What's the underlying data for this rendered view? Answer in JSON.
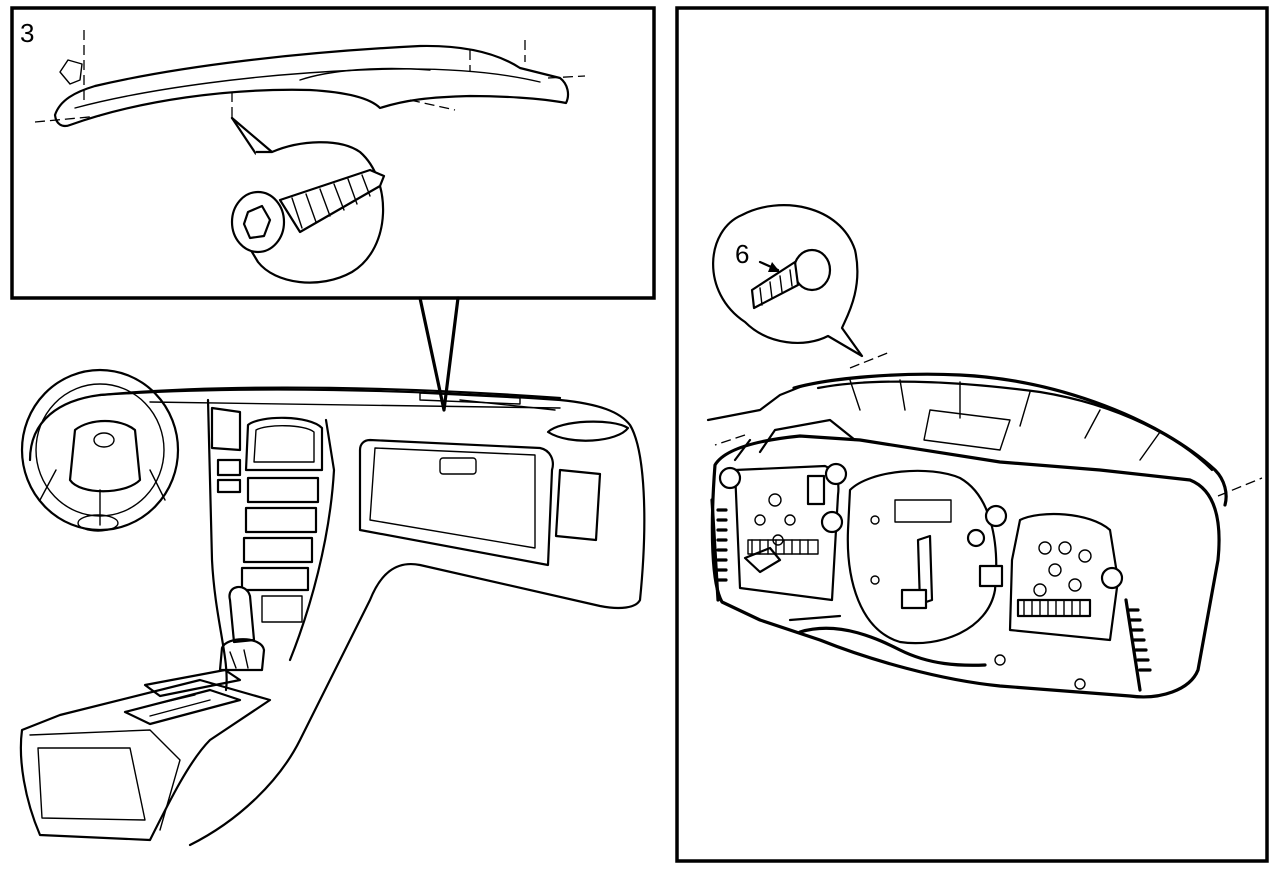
{
  "figure": {
    "callouts": [
      {
        "id": "step-3",
        "label": "3"
      },
      {
        "id": "step-6",
        "label": "6"
      }
    ]
  }
}
